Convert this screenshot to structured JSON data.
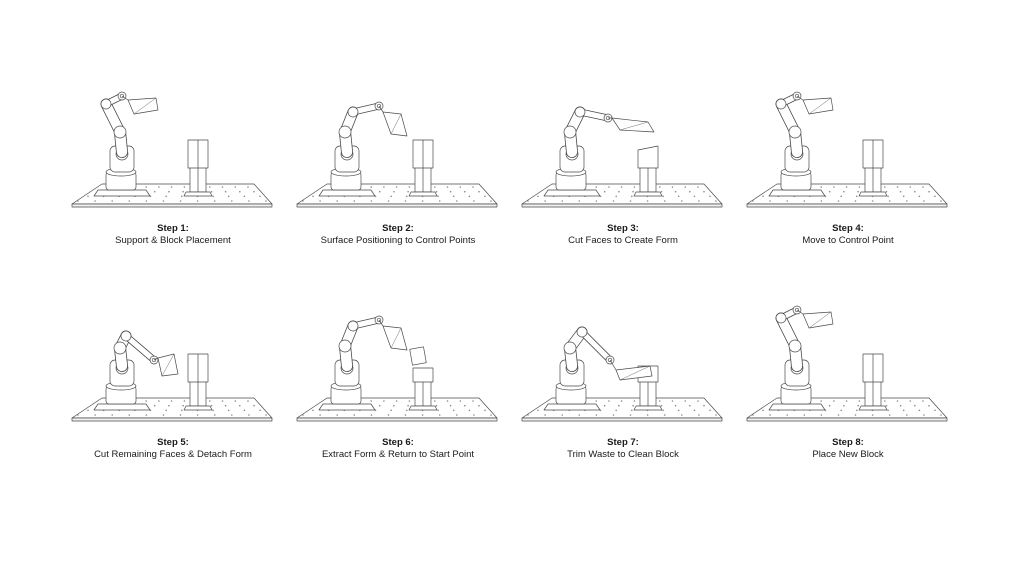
{
  "steps": [
    {
      "title": "Step 1:",
      "description": "Support & Block Placement",
      "pose": "raised-hold",
      "block": "upright"
    },
    {
      "title": "Step 2:",
      "description": "Surface Positioning to Control Points",
      "pose": "reach-block",
      "block": "upright"
    },
    {
      "title": "Step 3:",
      "description": "Cut Faces to Create Form",
      "pose": "cut",
      "block": "cut-top"
    },
    {
      "title": "Step 4:",
      "description": "Move to Control Point",
      "pose": "raised-hold",
      "block": "upright"
    },
    {
      "title": "Step 5:",
      "description": "Cut Remaining Faces & Detach Form",
      "pose": "low-cut",
      "block": "upright"
    },
    {
      "title": "Step 6:",
      "description": "Extract Form & Return to Start Point",
      "pose": "reach-block",
      "block": "form-detached"
    },
    {
      "title": "Step 7:",
      "description": "Trim Waste to Clean Block",
      "pose": "trim",
      "block": "trimmed"
    },
    {
      "title": "Step 8:",
      "description": "Place New Block",
      "pose": "raised-hold",
      "block": "upright"
    }
  ]
}
